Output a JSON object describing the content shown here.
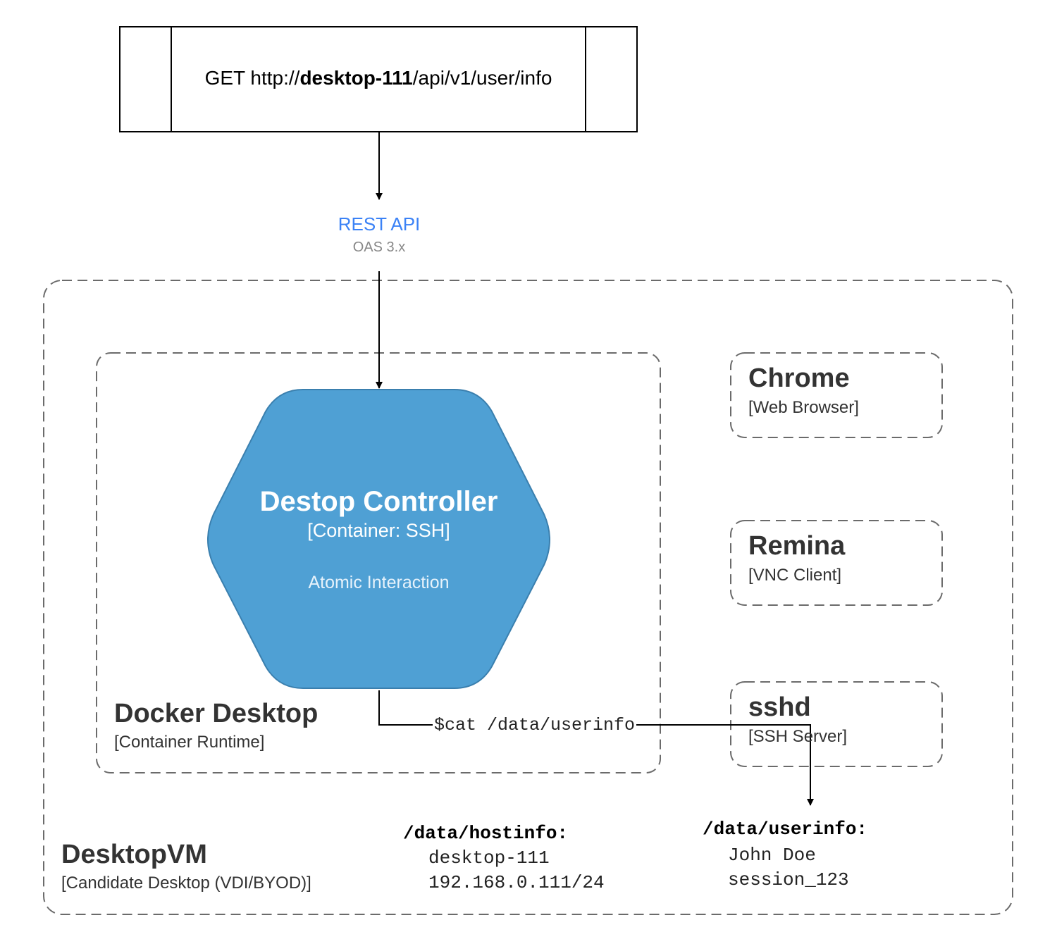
{
  "request": {
    "method": "GET",
    "url_prefix": "http://",
    "url_host": "desktop-111",
    "url_path": "/api/v1/user/info"
  },
  "api": {
    "label": "REST API",
    "spec": "OAS 3.x",
    "label_color": "#3b82f6"
  },
  "desktop_vm": {
    "title": "DesktopVM",
    "subtitle": "[Candidate Desktop (VDI/BYOD)]"
  },
  "docker": {
    "title": "Docker Desktop",
    "subtitle": "[Container Runtime]"
  },
  "controller": {
    "title": "Destop Controller",
    "subtitle": "[Container: SSH]",
    "description": "Atomic Interaction",
    "fill_color": "#4fa0d4"
  },
  "apps": [
    {
      "title": "Chrome",
      "subtitle": "[Web Browser]"
    },
    {
      "title": "Remina",
      "subtitle": "[VNC Client]"
    },
    {
      "title": "sshd",
      "subtitle": "[SSH Server]"
    }
  ],
  "command": "$cat /data/userinfo",
  "hostinfo": {
    "heading": "/data/hostinfo:",
    "lines": [
      "desktop-111",
      "192.168.0.111/24"
    ]
  },
  "userinfo": {
    "heading": "/data/userinfo:",
    "lines": [
      "John Doe",
      "session_123"
    ]
  }
}
